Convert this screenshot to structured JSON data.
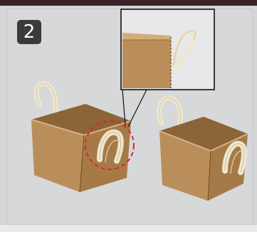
{
  "step": {
    "number": "2"
  },
  "colors": {
    "background": "#d4d6d8",
    "badge": "#3b3b3b",
    "kraft": "#b98e5a",
    "handle": "#efe6cf",
    "highlight": "#e0242a",
    "top_strip": "#3a2226"
  },
  "illustration": {
    "items": [
      "kraft-box-left",
      "kraft-box-right",
      "zoom-inset",
      "highlight-circle"
    ]
  }
}
